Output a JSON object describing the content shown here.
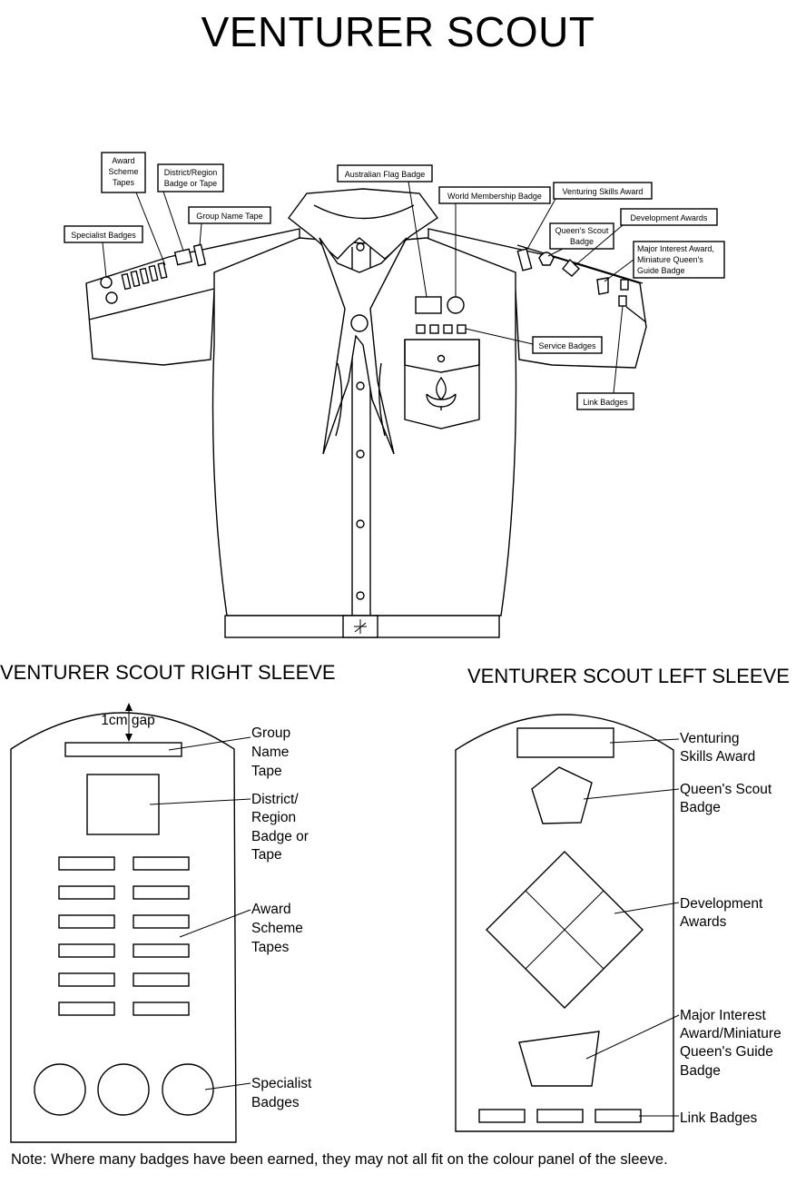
{
  "title": "VENTURER SCOUT",
  "shirt_labels": {
    "award_scheme_tapes": [
      "Award",
      "Scheme",
      "Tapes"
    ],
    "district_region": [
      "District/Region",
      "Badge or Tape"
    ],
    "group_name_tape": "Group Name Tape",
    "specialist_badges": "Specialist Badges",
    "australian_flag": "Australian Flag Badge",
    "world_membership": "World Membership Badge",
    "venturing_skills": "Venturing Skills Award",
    "queens_scout": [
      "Queen's Scout",
      "Badge"
    ],
    "development_awards": "Development Awards",
    "major_interest": [
      "Major Interest Award,",
      "Miniature Queen's",
      "Guide Badge"
    ],
    "service_badges": "Service Badges",
    "link_badges": "Link Badges"
  },
  "right_sleeve": {
    "heading": "VENTURER SCOUT RIGHT SLEEVE",
    "gap_label": "1cm gap",
    "group_name_tape": [
      "Group",
      "Name",
      "Tape"
    ],
    "district_region": [
      "District/",
      "Region",
      "Badge or",
      "Tape"
    ],
    "award_scheme_tapes": [
      "Award",
      "Scheme",
      "Tapes"
    ],
    "specialist_badges": [
      "Specialist",
      "Badges"
    ]
  },
  "left_sleeve": {
    "heading": "VENTURER SCOUT LEFT SLEEVE",
    "venturing_skills": [
      "Venturing",
      "Skills Award"
    ],
    "queens_scout": [
      "Queen's Scout",
      "Badge"
    ],
    "development_awards": [
      "Development",
      "Awards"
    ],
    "major_interest": [
      "Major Interest",
      "Award/Miniature",
      "Queen's Guide",
      "Badge"
    ],
    "link_badges": "Link Badges"
  },
  "note": "Note: Where many badges have been earned, they may not all fit on the colour panel of the sleeve."
}
